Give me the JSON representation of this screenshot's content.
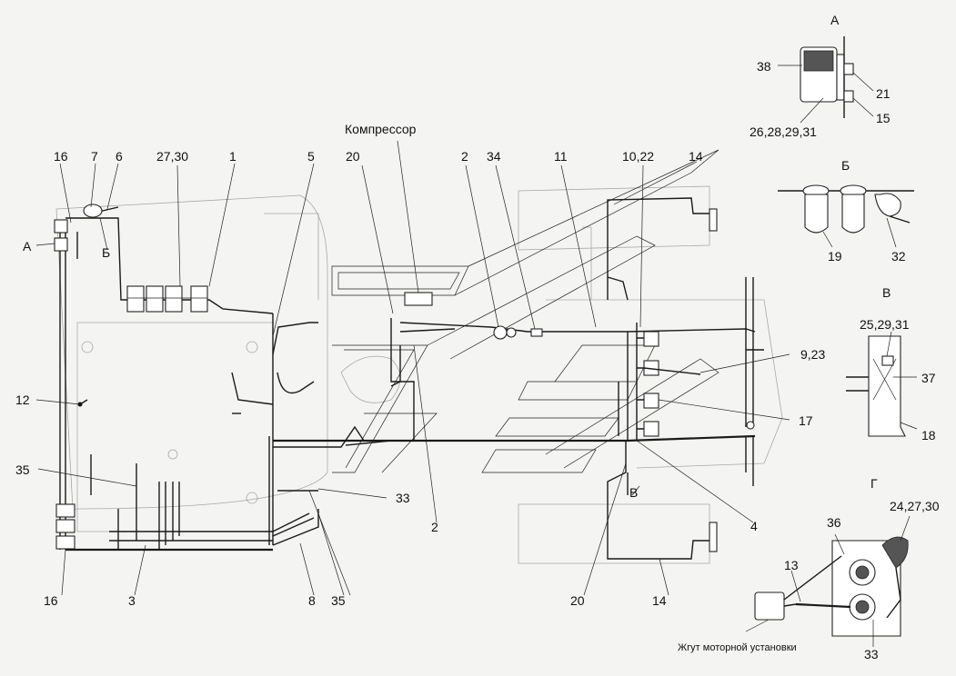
{
  "labels": {
    "compressor": "Компрессор",
    "engine_harness": "Жгут моторной установки",
    "view_a": "А",
    "view_b": "Б",
    "view_v": "В",
    "view_g": "Г",
    "callout_a": "А",
    "callout_b": "Б",
    "callout_v": "В",
    "p16_top": "16",
    "p7": "7",
    "p6": "6",
    "p27_30": "27,30",
    "p1": "1",
    "p5": "5",
    "p20_top": "20",
    "p2_top": "2",
    "p34": "34",
    "p11": "11",
    "p10_22": "10,22",
    "p14_top": "14",
    "p12": "12",
    "p35_left": "35",
    "p33_mid": "33",
    "p2_bottom": "2",
    "p16_bottom": "16",
    "p3": "3",
    "p8": "8",
    "p35_bottom": "35",
    "p20_bottom": "20",
    "p14_bottom": "14",
    "p4": "4",
    "p9_23": "9,23",
    "p17": "17",
    "p38": "38",
    "p21": "21",
    "p15": "15",
    "p26_28_29_31": "26,28,29,31",
    "p19": "19",
    "p32": "32",
    "p25_29_31": "25,29,31",
    "p37": "37",
    "p18": "18",
    "p36": "36",
    "p24_27_30": "24,27,30",
    "p13": "13",
    "p33_detail": "33"
  }
}
